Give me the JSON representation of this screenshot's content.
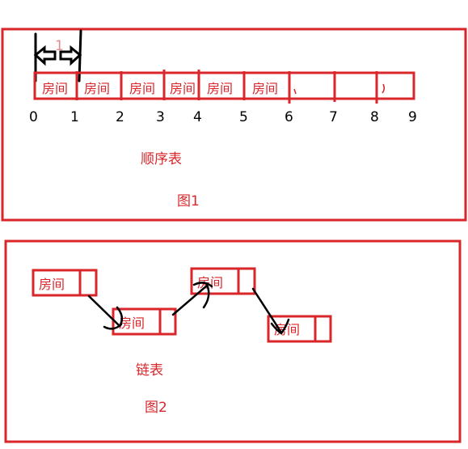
{
  "colors": {
    "accent_red": "#d9262b",
    "ink": "#000000"
  },
  "figure1": {
    "unit_label": "1",
    "cell_label": "房间",
    "axis_ticks": [
      "0",
      "1",
      "2",
      "3",
      "4",
      "5",
      "6",
      "7",
      "8",
      "9"
    ],
    "caption_name": "顺序表",
    "caption_fig": "图1"
  },
  "figure2": {
    "node_label": "房间",
    "caption_name": "链表",
    "caption_fig": "图2"
  }
}
